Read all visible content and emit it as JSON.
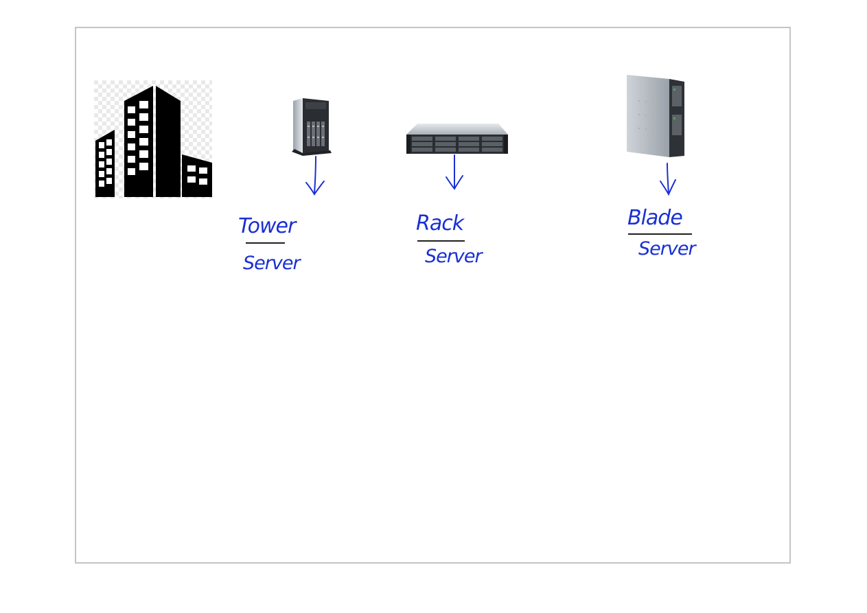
{
  "diagram": {
    "building_icon": "office-building-icon",
    "servers": [
      {
        "image": "tower-server-image",
        "label_line1": "Tower",
        "label_line2": "Server"
      },
      {
        "image": "rack-server-image",
        "label_line1": "Rack",
        "label_line2": "Server"
      },
      {
        "image": "blade-server-image",
        "label_line1": "Blade",
        "label_line2": "Server"
      }
    ],
    "ink_color": "#1a2fd4"
  }
}
